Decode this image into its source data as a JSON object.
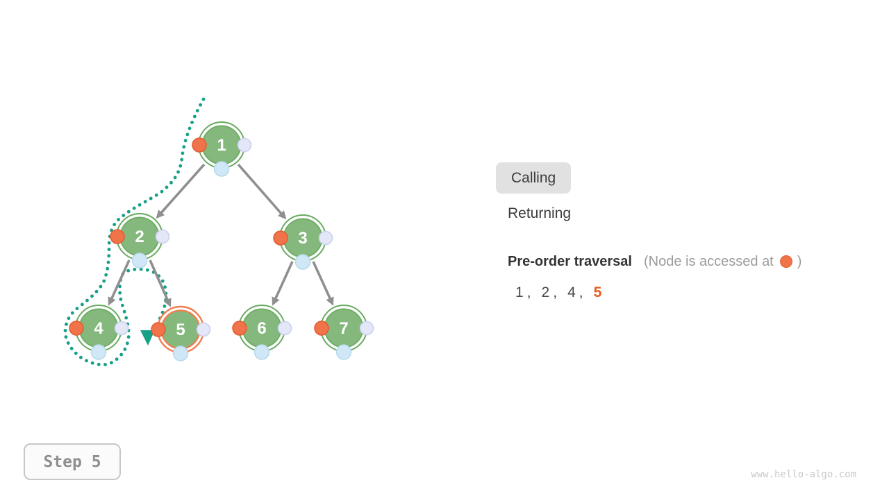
{
  "diagram": {
    "title_hint": "binary tree pre-order traversal animation frame",
    "nodes": [
      {
        "id": 1,
        "label": "1",
        "state": "visited"
      },
      {
        "id": 2,
        "label": "2",
        "state": "visited"
      },
      {
        "id": 3,
        "label": "3",
        "state": "unvisited"
      },
      {
        "id": 4,
        "label": "4",
        "state": "visited"
      },
      {
        "id": 5,
        "label": "5",
        "state": "current"
      },
      {
        "id": 6,
        "label": "6",
        "state": "unvisited"
      },
      {
        "id": 7,
        "label": "7",
        "state": "unvisited"
      }
    ],
    "edges": [
      {
        "from": 1,
        "to": 2
      },
      {
        "from": 1,
        "to": 3
      },
      {
        "from": 2,
        "to": 4
      },
      {
        "from": 2,
        "to": 5
      },
      {
        "from": 3,
        "to": 6
      },
      {
        "from": 3,
        "to": 7
      }
    ],
    "trace_path_visits": [
      1,
      2,
      4,
      5
    ]
  },
  "legend": {
    "calling_label": "Calling",
    "returning_label": "Returning",
    "active_state": "Calling"
  },
  "traversal": {
    "title": "Pre-order traversal",
    "note_before_icon": "(Node is accessed at",
    "note_after_icon": ")",
    "separator": ",",
    "sequence": [
      {
        "value": "1",
        "current": false
      },
      {
        "value": "2",
        "current": false
      },
      {
        "value": "4",
        "current": false
      },
      {
        "value": "5",
        "current": true
      }
    ]
  },
  "step_indicator": {
    "label": "Step 5"
  },
  "watermark": {
    "text": "www.hello-algo.com"
  },
  "colors": {
    "node_fill_green": "#85b87d",
    "node_edge_green": "#6fae66",
    "node_ring_green": "#68aa60",
    "accent_orange": "#f0734a",
    "accent_orange_dark": "#e25c30",
    "current_ring_orange": "#ef7c50",
    "seq_current_orange": "#e55b1f",
    "path_teal": "#16a087",
    "edge_gray": "#8f8f8f",
    "calling_chip_bg": "#e1e1e1"
  }
}
